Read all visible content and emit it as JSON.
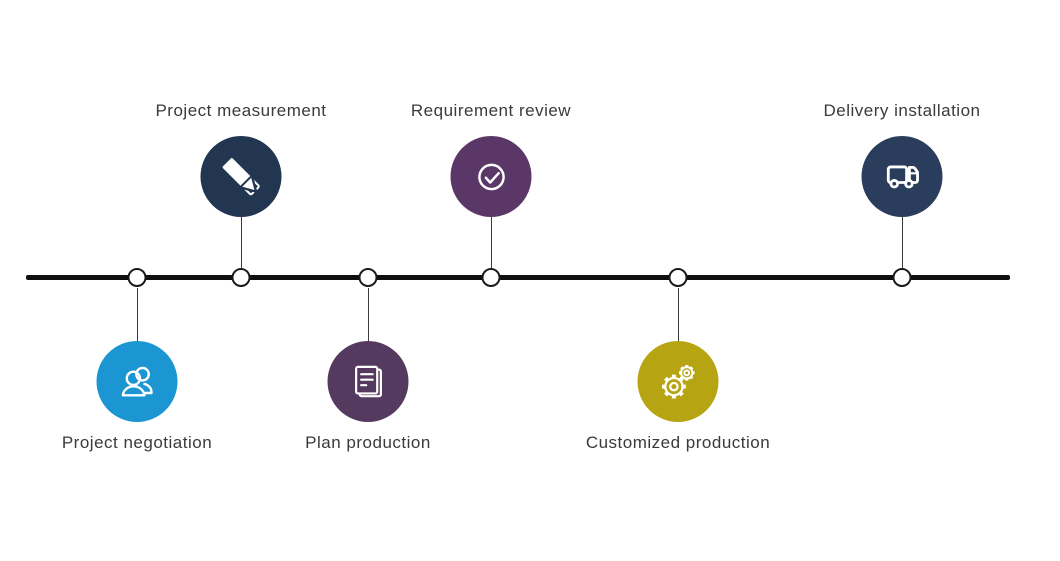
{
  "timeline": {
    "axis_color": "#0f0f0f",
    "node_fill": "#ffffff",
    "node_border": "#1b1b1b",
    "connector_color": "#3a3a3a",
    "label_color": "#3a3a3a",
    "steps": [
      {
        "label": "Project negotiation",
        "icon": "users-icon",
        "color": "#1b96d2",
        "side": "below"
      },
      {
        "label": "Project measurement",
        "icon": "ruler-pencil-icon",
        "color": "#223551",
        "side": "above"
      },
      {
        "label": "Plan production",
        "icon": "document-icon",
        "color": "#553a60",
        "side": "below"
      },
      {
        "label": "Requirement review",
        "icon": "check-circle-icon",
        "color": "#5b3768",
        "side": "above"
      },
      {
        "label": "Customized production",
        "icon": "gears-icon",
        "color": "#b7a413",
        "side": "below"
      },
      {
        "label": "Delivery installation",
        "icon": "truck-icon",
        "color": "#2b3d5c",
        "side": "above"
      }
    ]
  }
}
